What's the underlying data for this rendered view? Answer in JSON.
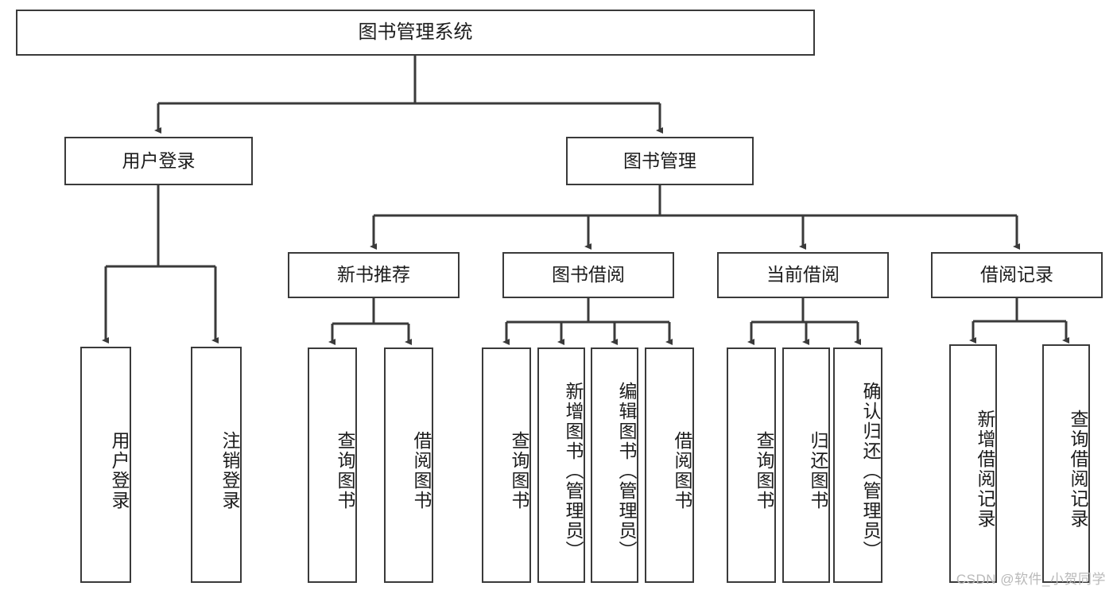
{
  "diagram": {
    "title": "图书管理系统",
    "type": "tree-hierarchy-diagram",
    "root": {
      "label": "图书管理系统"
    },
    "level2": [
      {
        "label": "用户登录"
      },
      {
        "label": "图书管理"
      }
    ],
    "level3": [
      {
        "label": "新书推荐"
      },
      {
        "label": "图书借阅"
      },
      {
        "label": "当前借阅"
      },
      {
        "label": "借阅记录"
      }
    ],
    "leaves": {
      "user_login": [
        {
          "label": "用户登录"
        },
        {
          "label": "注销登录"
        }
      ],
      "new_book_recommend": [
        {
          "label": "查询图书"
        },
        {
          "label": "借阅图书"
        }
      ],
      "book_borrow": [
        {
          "label": "查询图书"
        },
        {
          "label": "新增图书（管理员）"
        },
        {
          "label": "编辑图书（管理员）"
        },
        {
          "label": "借阅图书"
        }
      ],
      "current_borrow": [
        {
          "label": "查询图书"
        },
        {
          "label": "归还图书"
        },
        {
          "label": "确认归还（管理员）"
        }
      ],
      "borrow_records": [
        {
          "label": "新增借阅记录"
        },
        {
          "label": "查询借阅记录"
        }
      ]
    }
  },
  "watermark": {
    "text": "CSDN @软件_小贺同学"
  },
  "colors": {
    "border": "#3a3a3a",
    "text": "#1c1c1c",
    "background": "#ffffff",
    "watermark": "#b9b9b9"
  }
}
